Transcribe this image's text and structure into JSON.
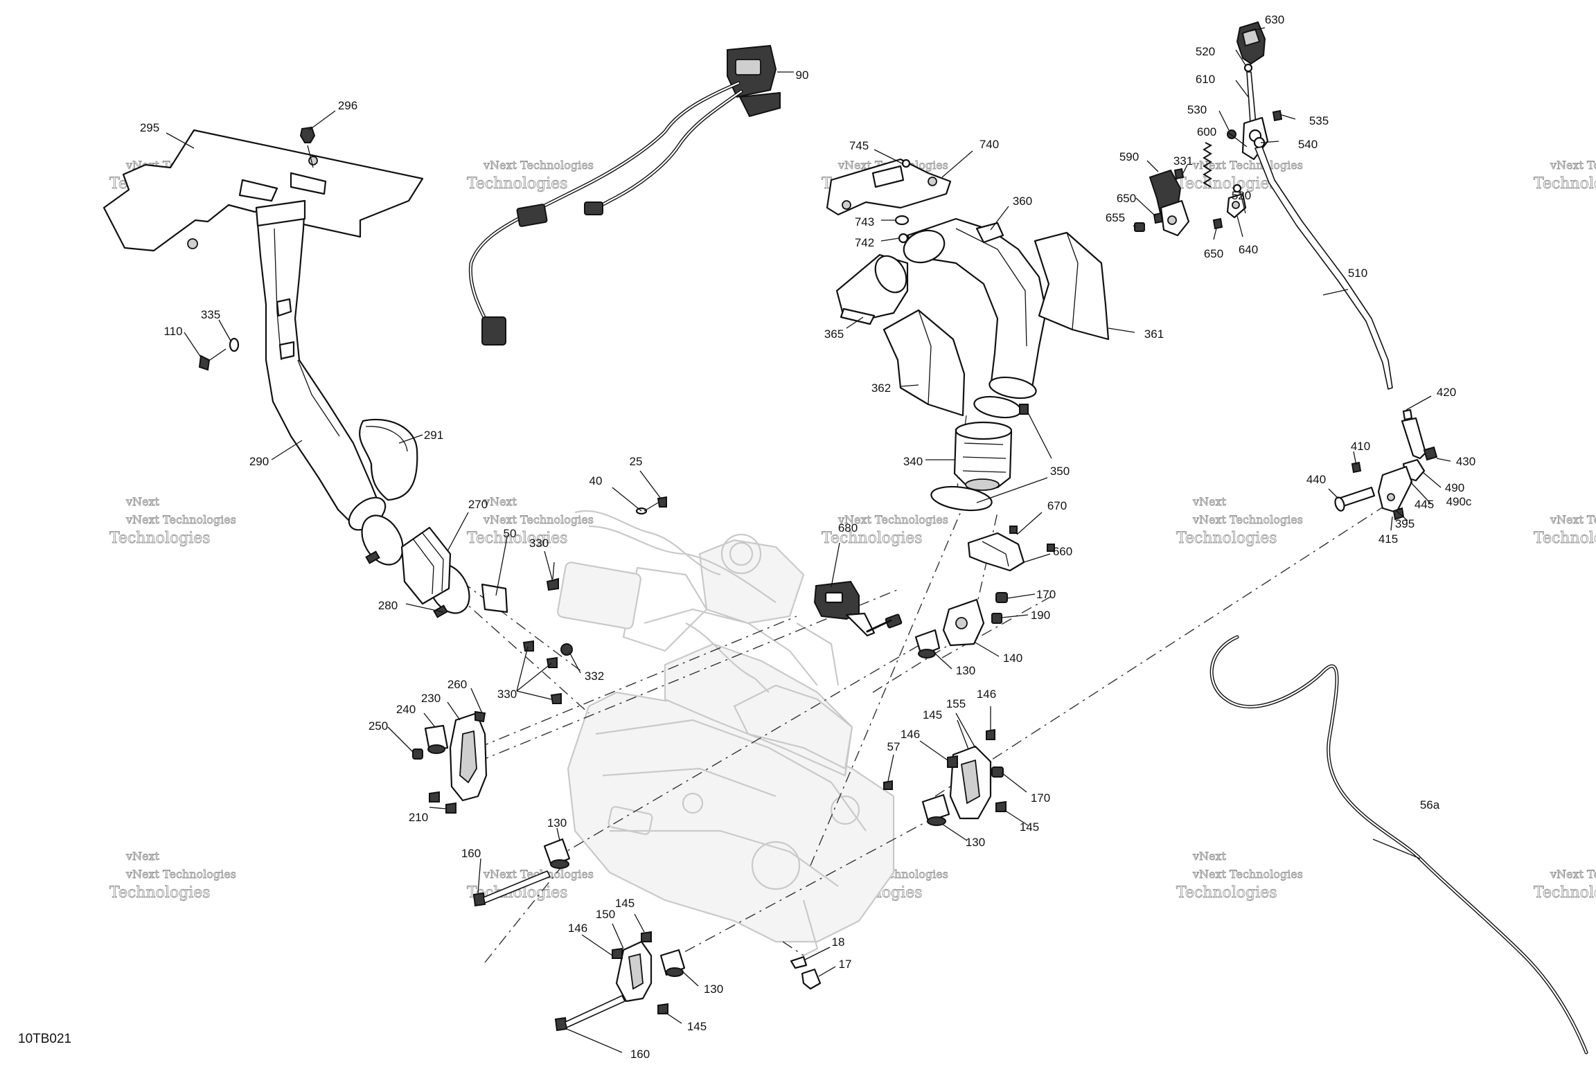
{
  "diagram": {
    "drawing_code": "10TB021",
    "watermark": {
      "line1": "vNext Technologies",
      "line2": "Technologies",
      "prefix": "vNext"
    },
    "callouts": [
      {
        "id": "c630",
        "label": "630"
      },
      {
        "id": "c520a",
        "label": "520"
      },
      {
        "id": "c90",
        "label": "90"
      },
      {
        "id": "c610",
        "label": "610"
      },
      {
        "id": "c296",
        "label": "296"
      },
      {
        "id": "c530",
        "label": "530"
      },
      {
        "id": "c535",
        "label": "535"
      },
      {
        "id": "c295",
        "label": "295"
      },
      {
        "id": "c600",
        "label": "600"
      },
      {
        "id": "c540",
        "label": "540"
      },
      {
        "id": "c745",
        "label": "745"
      },
      {
        "id": "c740",
        "label": "740"
      },
      {
        "id": "c590",
        "label": "590"
      },
      {
        "id": "c331",
        "label": "331"
      },
      {
        "id": "c360",
        "label": "360"
      },
      {
        "id": "c650a",
        "label": "650"
      },
      {
        "id": "c520b",
        "label": "520"
      },
      {
        "id": "c743",
        "label": "743"
      },
      {
        "id": "c655",
        "label": "655"
      },
      {
        "id": "c742",
        "label": "742"
      },
      {
        "id": "c650b",
        "label": "650"
      },
      {
        "id": "c640",
        "label": "640"
      },
      {
        "id": "c510",
        "label": "510"
      },
      {
        "id": "c335",
        "label": "335"
      },
      {
        "id": "c110",
        "label": "110"
      },
      {
        "id": "c365",
        "label": "365"
      },
      {
        "id": "c361",
        "label": "361"
      },
      {
        "id": "c362",
        "label": "362"
      },
      {
        "id": "c420",
        "label": "420"
      },
      {
        "id": "c291",
        "label": "291"
      },
      {
        "id": "c290",
        "label": "290"
      },
      {
        "id": "c410",
        "label": "410"
      },
      {
        "id": "c340",
        "label": "340"
      },
      {
        "id": "c430",
        "label": "430"
      },
      {
        "id": "c350",
        "label": "350"
      },
      {
        "id": "c25",
        "label": "25"
      },
      {
        "id": "c40",
        "label": "40"
      },
      {
        "id": "c440",
        "label": "440"
      },
      {
        "id": "c490",
        "label": "490"
      },
      {
        "id": "c490c",
        "label": "490c"
      },
      {
        "id": "c445",
        "label": "445"
      },
      {
        "id": "c270",
        "label": "270"
      },
      {
        "id": "c670",
        "label": "670"
      },
      {
        "id": "c395",
        "label": "395"
      },
      {
        "id": "c50",
        "label": "50"
      },
      {
        "id": "c680",
        "label": "680"
      },
      {
        "id": "c330a",
        "label": "330"
      },
      {
        "id": "c415",
        "label": "415"
      },
      {
        "id": "c660",
        "label": "660"
      },
      {
        "id": "c280",
        "label": "280"
      },
      {
        "id": "c170a",
        "label": "170"
      },
      {
        "id": "c190",
        "label": "190"
      },
      {
        "id": "c140",
        "label": "140"
      },
      {
        "id": "c130a",
        "label": "130"
      },
      {
        "id": "c332",
        "label": "332"
      },
      {
        "id": "c260",
        "label": "260"
      },
      {
        "id": "c330b",
        "label": "330"
      },
      {
        "id": "c240",
        "label": "240"
      },
      {
        "id": "c230",
        "label": "230"
      },
      {
        "id": "c146a",
        "label": "146"
      },
      {
        "id": "c145a",
        "label": "145"
      },
      {
        "id": "c155",
        "label": "155"
      },
      {
        "id": "c250",
        "label": "250"
      },
      {
        "id": "c146b",
        "label": "146"
      },
      {
        "id": "c57",
        "label": "57"
      },
      {
        "id": "c170b",
        "label": "170"
      },
      {
        "id": "c56a",
        "label": "56a"
      },
      {
        "id": "c210",
        "label": "210"
      },
      {
        "id": "c145b",
        "label": "145"
      },
      {
        "id": "c130b",
        "label": "130"
      },
      {
        "id": "c130c",
        "label": "130"
      },
      {
        "id": "c160a",
        "label": "160"
      },
      {
        "id": "c145c",
        "label": "145"
      },
      {
        "id": "c150",
        "label": "150"
      },
      {
        "id": "c146c",
        "label": "146"
      },
      {
        "id": "c18",
        "label": "18"
      },
      {
        "id": "c17",
        "label": "17"
      },
      {
        "id": "c130d",
        "label": "130"
      },
      {
        "id": "c145d",
        "label": "145"
      },
      {
        "id": "c160b",
        "label": "160"
      }
    ]
  }
}
